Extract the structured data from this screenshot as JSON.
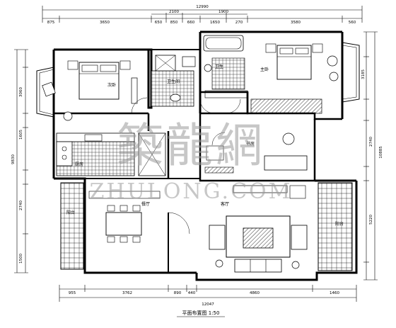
{
  "dimensions": {
    "top_overall": "12990",
    "top_segments": [
      "875",
      "3650",
      "2100",
      "1900",
      "3580",
      "560"
    ],
    "top_sub_segments": [
      "650",
      "850",
      "660",
      "1650",
      "270"
    ],
    "bottom_segments": [
      "955",
      "3762",
      "890",
      "440",
      "4860",
      "1460"
    ],
    "bottom_overall": "12047",
    "left_labels": [
      "3060",
      "9830"
    ],
    "right_labels": [
      "3185",
      "10885"
    ]
  },
  "rooms": {
    "bedroom_left": "次卧",
    "bathroom": "卫生间",
    "bath_small": "卫生",
    "master_bedroom": "主卧",
    "kitchen": "厨房",
    "study": "书房",
    "dining": "餐厅",
    "living": "客厅",
    "balcony_left": "阳台",
    "balcony_right": "阳台"
  },
  "watermark": {
    "cn": "築龍網",
    "en": "ZHULONG.COM"
  },
  "title": "平面布置图 1:50"
}
